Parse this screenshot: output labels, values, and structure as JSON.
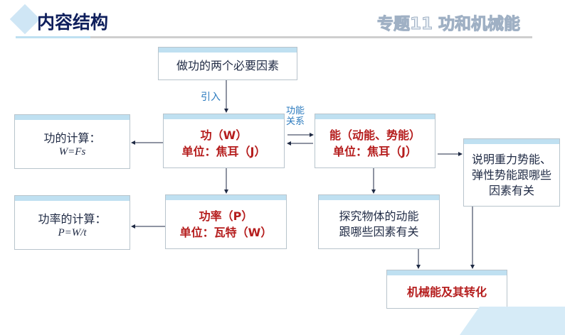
{
  "header": {
    "title": "内容结构",
    "topic": "专题11 功和机械能"
  },
  "boxes": {
    "factors": "做功的两个必要因素",
    "intro_label": "引入",
    "relation_label": [
      "功能",
      "关系"
    ],
    "work": {
      "line1": "功（W）",
      "line2": "单位：焦耳（J）"
    },
    "energy": {
      "line1": "能（动能、势能）",
      "line2": "单位：焦耳（J）"
    },
    "work_calc": {
      "line1": "功的计算：",
      "line2": "W=Fs"
    },
    "power": {
      "line1": "功率（P）",
      "line2": "单位：瓦特（W）"
    },
    "power_calc": {
      "line1": "功率的计算：",
      "line2": "P=W/t"
    },
    "kinetic": {
      "line1": "探究物体的动能",
      "line2": "跟哪些因素有关"
    },
    "potential": {
      "line1": "说明重力势能、",
      "line2": "弹性势能跟哪些",
      "line3": "因素有关"
    },
    "mechanical": "机械能及其转化"
  }
}
